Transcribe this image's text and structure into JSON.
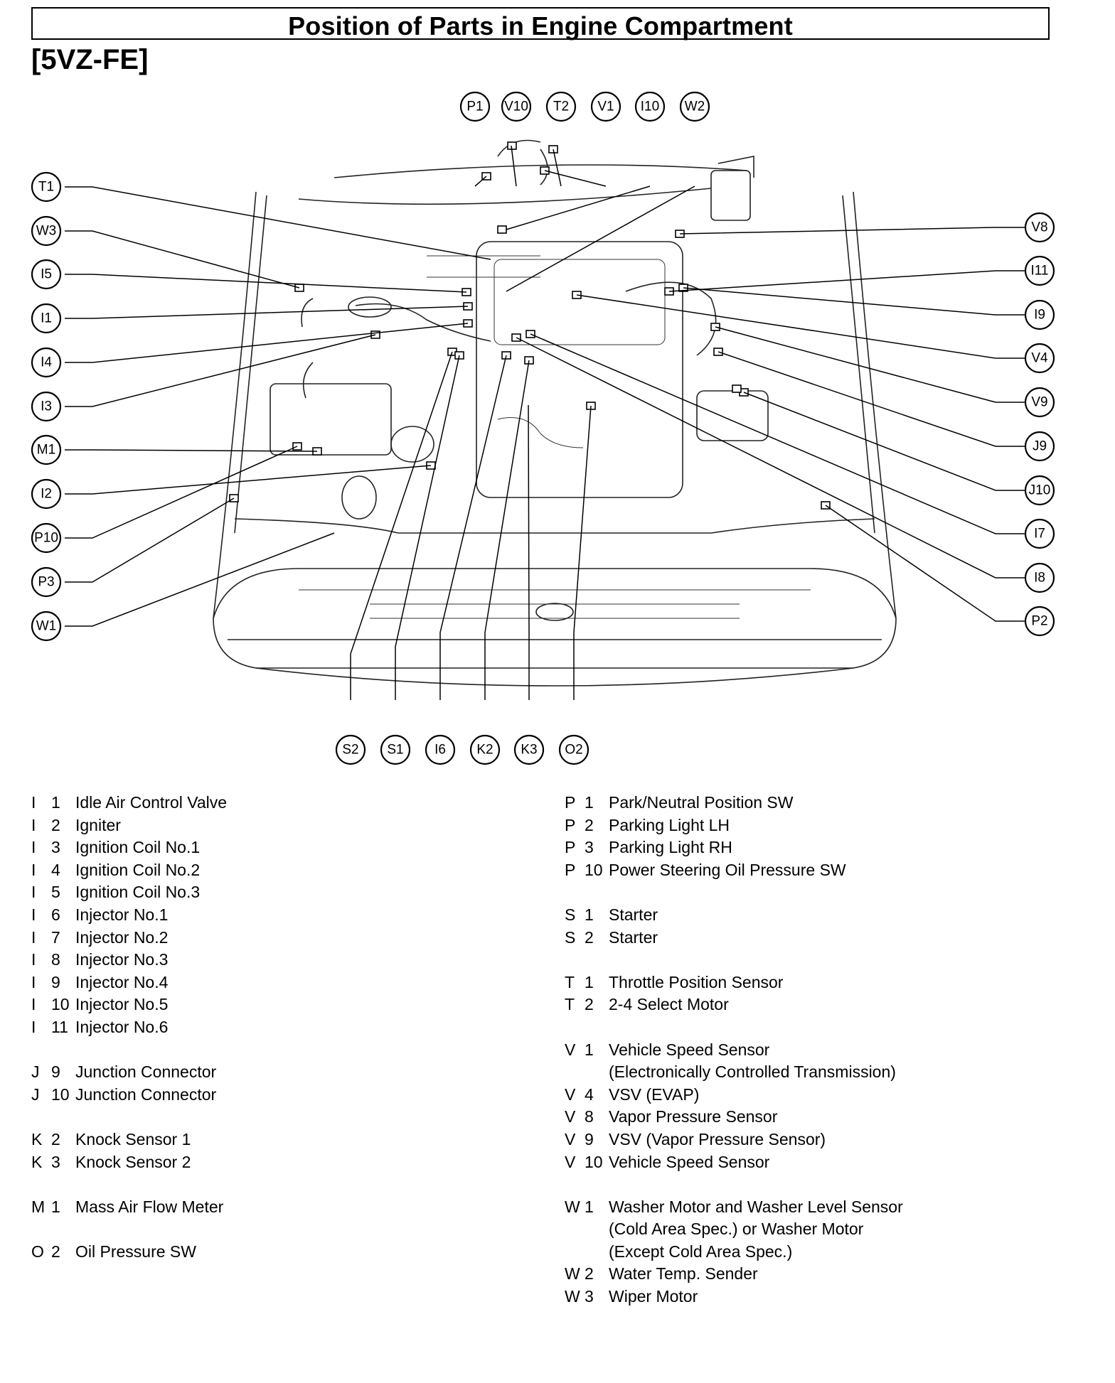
{
  "title": "Position of Parts in Engine Compartment",
  "subtitle": "[5VZ-FE]",
  "callouts": {
    "top": [
      "P1",
      "V10",
      "T2",
      "V1",
      "I10",
      "W2"
    ],
    "left": [
      "T1",
      "W3",
      "I5",
      "I1",
      "I4",
      "I3",
      "M1",
      "I2",
      "P10",
      "P3",
      "W1"
    ],
    "right": [
      "V8",
      "I11",
      "I9",
      "V4",
      "V9",
      "J9",
      "J10",
      "I7",
      "I8",
      "P2"
    ],
    "bottom": [
      "S2",
      "S1",
      "I6",
      "K2",
      "K3",
      "O2"
    ]
  },
  "legend_left": [
    {
      "letter": "I",
      "num": "1",
      "desc": "Idle Air Control Valve"
    },
    {
      "letter": "I",
      "num": "2",
      "desc": "Igniter"
    },
    {
      "letter": "I",
      "num": "3",
      "desc": "Ignition Coil No.1"
    },
    {
      "letter": "I",
      "num": "4",
      "desc": "Ignition Coil No.2"
    },
    {
      "letter": "I",
      "num": "5",
      "desc": "Ignition Coil No.3"
    },
    {
      "letter": "I",
      "num": "6",
      "desc": "Injector No.1"
    },
    {
      "letter": "I",
      "num": "7",
      "desc": "Injector No.2"
    },
    {
      "letter": "I",
      "num": "8",
      "desc": "Injector No.3"
    },
    {
      "letter": "I",
      "num": "9",
      "desc": "Injector No.4"
    },
    {
      "letter": "I",
      "num": "10",
      "desc": "Injector No.5"
    },
    {
      "letter": "I",
      "num": "11",
      "desc": "Injector No.6"
    },
    {
      "gap": true
    },
    {
      "letter": "J",
      "num": "9",
      "desc": "Junction Connector"
    },
    {
      "letter": "J",
      "num": "10",
      "desc": "Junction Connector"
    },
    {
      "gap": true
    },
    {
      "letter": "K",
      "num": "2",
      "desc": "Knock Sensor 1"
    },
    {
      "letter": "K",
      "num": "3",
      "desc": "Knock Sensor 2"
    },
    {
      "gap": true
    },
    {
      "letter": "M",
      "num": "1",
      "desc": "Mass Air Flow Meter"
    },
    {
      "gap": true
    },
    {
      "letter": "O",
      "num": "2",
      "desc": "Oil Pressure SW"
    }
  ],
  "legend_right": [
    {
      "letter": "P",
      "num": "1",
      "desc": "Park/Neutral Position SW"
    },
    {
      "letter": "P",
      "num": "2",
      "desc": "Parking Light LH"
    },
    {
      "letter": "P",
      "num": "3",
      "desc": "Parking Light RH"
    },
    {
      "letter": "P",
      "num": "10",
      "desc": "Power Steering Oil Pressure SW"
    },
    {
      "gap": true
    },
    {
      "letter": "S",
      "num": "1",
      "desc": "Starter"
    },
    {
      "letter": "S",
      "num": "2",
      "desc": "Starter"
    },
    {
      "gap": true
    },
    {
      "letter": "T",
      "num": "1",
      "desc": "Throttle Position Sensor"
    },
    {
      "letter": "T",
      "num": "2",
      "desc": "2-4 Select Motor"
    },
    {
      "gap": true
    },
    {
      "letter": "V",
      "num": "1",
      "desc": "Vehicle Speed Sensor"
    },
    {
      "cont": "(Electronically Controlled Transmission)"
    },
    {
      "letter": "V",
      "num": "4",
      "desc": "VSV (EVAP)"
    },
    {
      "letter": "V",
      "num": "8",
      "desc": "Vapor Pressure Sensor"
    },
    {
      "letter": "V",
      "num": "9",
      "desc": "VSV (Vapor Pressure Sensor)"
    },
    {
      "letter": "V",
      "num": "10",
      "desc": "Vehicle Speed Sensor"
    },
    {
      "gap": true
    },
    {
      "letter": "W",
      "num": "1",
      "desc": "Washer Motor and Washer Level Sensor"
    },
    {
      "cont": "(Cold Area Spec.) or Washer Motor"
    },
    {
      "cont": "(Except Cold Area Spec.)"
    },
    {
      "letter": "W",
      "num": "2",
      "desc": "Water Temp. Sender"
    },
    {
      "letter": "W",
      "num": "3",
      "desc": "Wiper Motor"
    }
  ]
}
